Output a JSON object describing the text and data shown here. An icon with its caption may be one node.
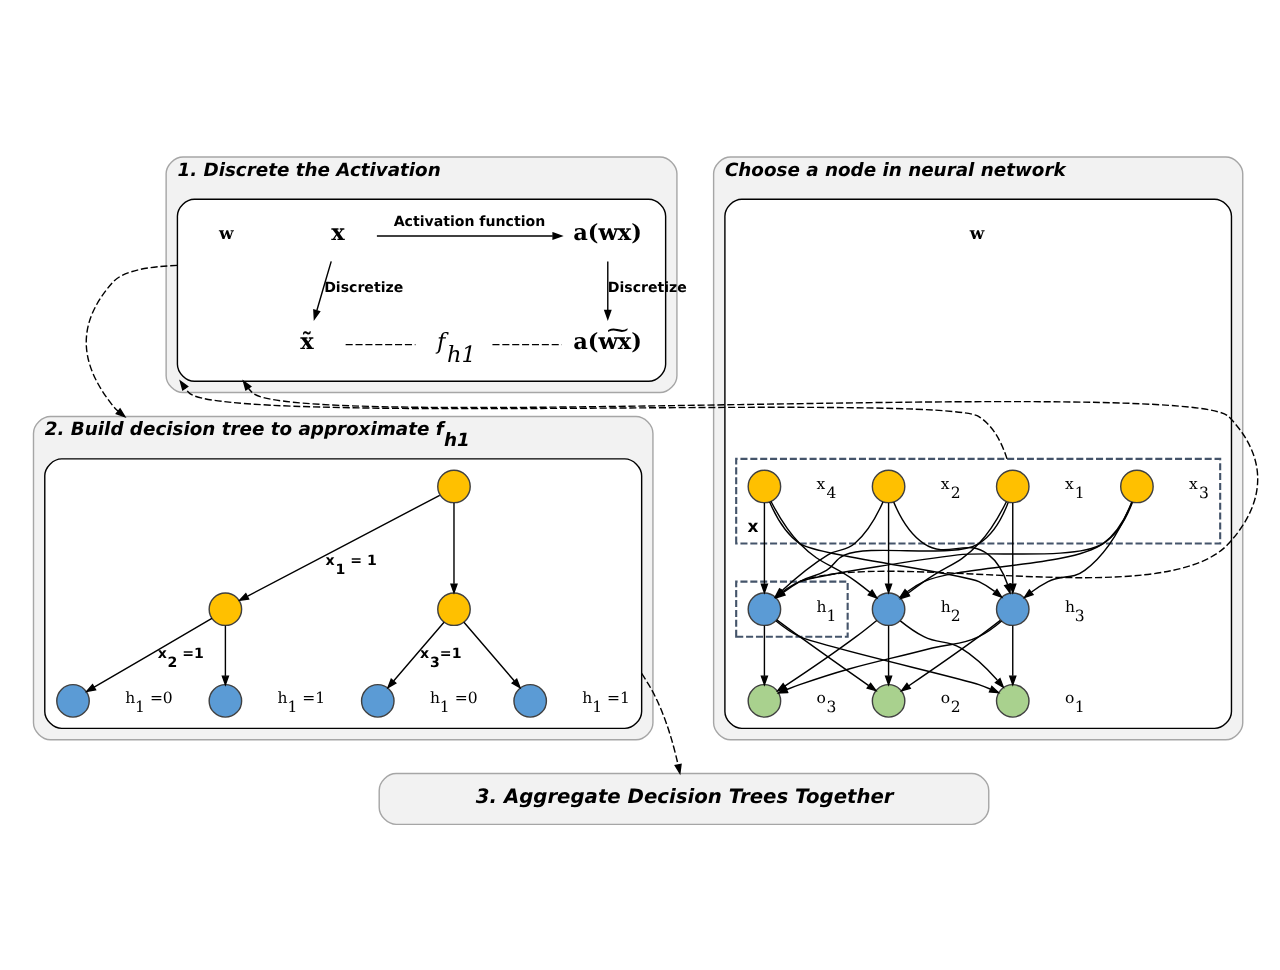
{
  "diagram": {
    "nodes": [
      {
        "text": [
          "Choose a node in neural network"
        ]
      },
      {
        "text": [],
        "shape": "box",
        "in": 0
      },
      {
        "text": [
          "x"
        ],
        "in": 1
      },
      {
        "text": [],
        "shape": "circle",
        "in": 2,
        "beside": [
          "x$_{1}$"
        ]
      },
      {
        "text": [],
        "shape": "circle",
        "in": 2,
        "beside": [
          "x$_{2}$"
        ]
      },
      {
        "text": [],
        "shape": "circle",
        "in": 2,
        "beside": [
          "x$_{3}$"
        ]
      },
      {
        "text": [],
        "shape": "circle",
        "in": 2,
        "beside": [
          "x$_{4}$"
        ]
      },
      {
        "text": [],
        "shape": "box",
        "in": 1
      },
      {
        "text": [],
        "shape": "circle",
        "in": 7,
        "beside": [
          "h$_{1}$"
        ]
      },
      {
        "text": [],
        "shape": "circle",
        "in": 1,
        "beside": [
          "h$_{2}$"
        ]
      },
      {
        "text": [],
        "shape": "circle",
        "in": 1,
        "beside": [
          "h$_{3}$"
        ]
      },
      {
        "text": [],
        "shape": "circle",
        "in": 1,
        "beside": [
          "o$_{1}$"
        ]
      },
      {
        "text": [],
        "shape": "circle",
        "in": 1,
        "beside": [
          "o$_{2}$"
        ]
      },
      {
        "text": [],
        "shape": "circle",
        "in": 1,
        "beside": [
          "o$_{3}$"
        ]
      },
      {
        "text": [
          "1. Discrete the Activation"
        ]
      },
      {
        "text": [],
        "shape": "box",
        "in": 14
      },
      {
        "text": [
          "x"
        ],
        "in": 15
      },
      {
        "text": [
          "a(wx)"
        ],
        "in": 15
      },
      {
        "text": [
          "x̃"
        ],
        "in": 15
      },
      {
        "text": [
          "f$_{h1}$"
        ],
        "in": 15
      },
      {
        "text": [
          "a(w͠x)"
        ],
        "in": 15
      },
      {
        "text": [
          "2. Build decision tree to approximate f$_{h1}$"
        ]
      },
      {
        "text": [],
        "shape": "box",
        "in": 21
      },
      {
        "text": [],
        "shape": "circle",
        "in": 22
      },
      {
        "text": [],
        "shape": "circle",
        "in": 22
      },
      {
        "text": [],
        "shape": "circle",
        "in": 22
      },
      {
        "text": [],
        "shape": "circle",
        "in": 22,
        "beside": [
          "h$_{1}$ =0"
        ]
      },
      {
        "text": [],
        "shape": "circle",
        "in": 22,
        "beside": [
          "h$_{1}$ =1"
        ]
      },
      {
        "text": [],
        "shape": "circle",
        "in": 22,
        "beside": [
          "h$_{1}$ =0"
        ]
      },
      {
        "text": [],
        "shape": "circle",
        "in": 22,
        "beside": [
          "h$_{1}$ =1"
        ]
      },
      {
        "text": [
          "3. Aggregate Decision Trees Together"
        ]
      }
    ],
    "edges": [
      {
        "from": 3,
        "to": 8,
        "arrow": "to"
      },
      {
        "from": 3,
        "to": 9,
        "arrow": "to"
      },
      {
        "from": 3,
        "to": 10,
        "arrow": "to"
      },
      {
        "from": 4,
        "to": 8,
        "arrow": "to"
      },
      {
        "from": 4,
        "to": 9,
        "arrow": "to"
      },
      {
        "from": 4,
        "to": 10,
        "arrow": "to"
      },
      {
        "from": 5,
        "to": 8,
        "arrow": "to"
      },
      {
        "from": 5,
        "to": 9,
        "arrow": "to"
      },
      {
        "from": 5,
        "to": 10,
        "arrow": "to"
      },
      {
        "from": 6,
        "to": 8,
        "arrow": "to"
      },
      {
        "from": 6,
        "to": 9,
        "arrow": "to"
      },
      {
        "from": 6,
        "to": 10,
        "arrow": "to"
      },
      {
        "from": 8,
        "to": 11,
        "arrow": "to"
      },
      {
        "from": 8,
        "to": 12,
        "arrow": "to"
      },
      {
        "from": 8,
        "to": 13,
        "arrow": "to"
      },
      {
        "from": 9,
        "to": 11,
        "arrow": "to"
      },
      {
        "from": 9,
        "to": 12,
        "arrow": "to"
      },
      {
        "from": 9,
        "to": 13,
        "arrow": "to"
      },
      {
        "from": 10,
        "to": 11,
        "arrow": "to"
      },
      {
        "from": 10,
        "to": 12,
        "arrow": "to"
      },
      {
        "from": 10,
        "to": 13,
        "arrow": "to"
      },
      {
        "from": 16,
        "to": 17,
        "arrow": "to",
        "label": "Activation function"
      },
      {
        "from": 16,
        "to": 18,
        "arrow": "to",
        "label": "Discretize"
      },
      {
        "from": 17,
        "to": 20,
        "arrow": "to",
        "label": "Discretize"
      },
      {
        "from": 18,
        "to": 19,
        "arrow": "none",
        "style": "dashed"
      },
      {
        "from": 19,
        "to": 20,
        "arrow": "none",
        "style": "dashed"
      },
      {
        "from": 23,
        "to": 24,
        "arrow": "to",
        "label": "x$_{1}$ = 1"
      },
      {
        "from": 23,
        "to": 25,
        "arrow": "to"
      },
      {
        "from": 24,
        "to": 26,
        "arrow": "to",
        "label": "x$_{2}$ =1"
      },
      {
        "from": 24,
        "to": 27,
        "arrow": "to"
      },
      {
        "from": 25,
        "to": 28,
        "arrow": "to",
        "label": "x$_{3}$=1"
      },
      {
        "from": 25,
        "to": 29,
        "arrow": "to"
      },
      {
        "from": 2,
        "to": 15,
        "arrow": "to",
        "style": "dashed"
      },
      {
        "from": 7,
        "to": 15,
        "arrow": "to",
        "style": "dashed"
      },
      {
        "from": 15,
        "to": 21,
        "arrow": "to",
        "style": "dashed"
      },
      {
        "from": 22,
        "to": 30,
        "arrow": "to",
        "style": "dashed"
      }
    ],
    "labels": [
      "w",
      "w"
    ]
  }
}
